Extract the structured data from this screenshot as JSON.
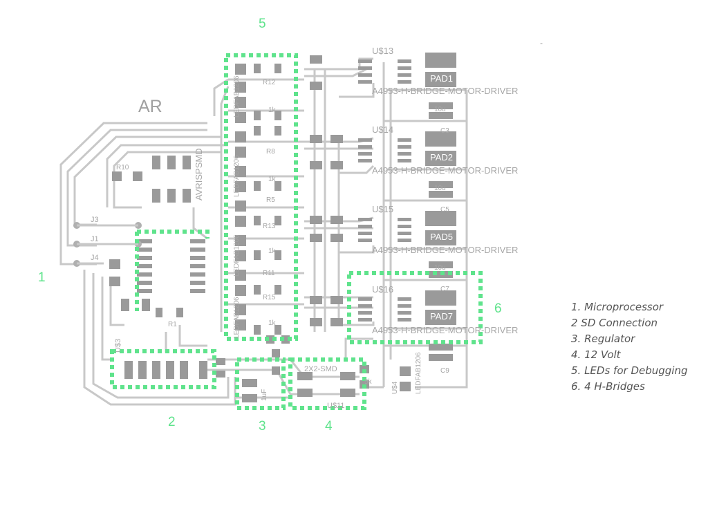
{
  "board_label": "AR",
  "markers": {
    "m1": "1",
    "m2": "2",
    "m3": "3",
    "m4": "4",
    "m5": "5",
    "m6": "6"
  },
  "legend": [
    "1. Microprocessor",
    "2 SD Connection",
    "3. Regulator",
    "4. 12 Volt",
    "5. LEDs for Debugging",
    "6. 4 H-Bridges"
  ],
  "drivers": [
    {
      "name": "U$13",
      "part": "A4953-H-BRIDGE-MOTOR-DRIVER"
    },
    {
      "name": "U$14",
      "part": "A4953-H-BRIDGE-MOTOR-DRIVER"
    },
    {
      "name": "U$15",
      "part": "A4953-H-BRIDGE-MOTOR-DRIVER"
    },
    {
      "name": "U$16",
      "part": "A4953-H-BRIDGE-MOTOR-DRIVER"
    }
  ],
  "pads": [
    "PAD1",
    "PAD2",
    "PAD5",
    "PAD7"
  ],
  "caps": [
    "C3",
    "C5",
    "C7",
    "C9"
  ],
  "resistors": [
    "R12",
    "R8",
    "R5",
    "R13",
    "R11",
    "R15",
    "R10",
    "R1"
  ],
  "connectors": [
    "J3",
    "J1",
    "J4"
  ],
  "chip_labels": {
    "avrisp": "AVRISPSMD",
    "sd": "U$3",
    "reg": "1uF",
    "power": "U$11",
    "power_conn": "2X2-SMD",
    "res5k": "5k",
    "res1k": "1k",
    "cap10u": "10u",
    "led": "LEDFAB1206",
    "u4": "U$4",
    "ledfab": "LEDFAB1206"
  },
  "colors": {
    "trace": "#c4c4c4",
    "pad": "#9a9a9a",
    "outline_dots": "#5fe38c",
    "label": "#9c9c9c"
  }
}
